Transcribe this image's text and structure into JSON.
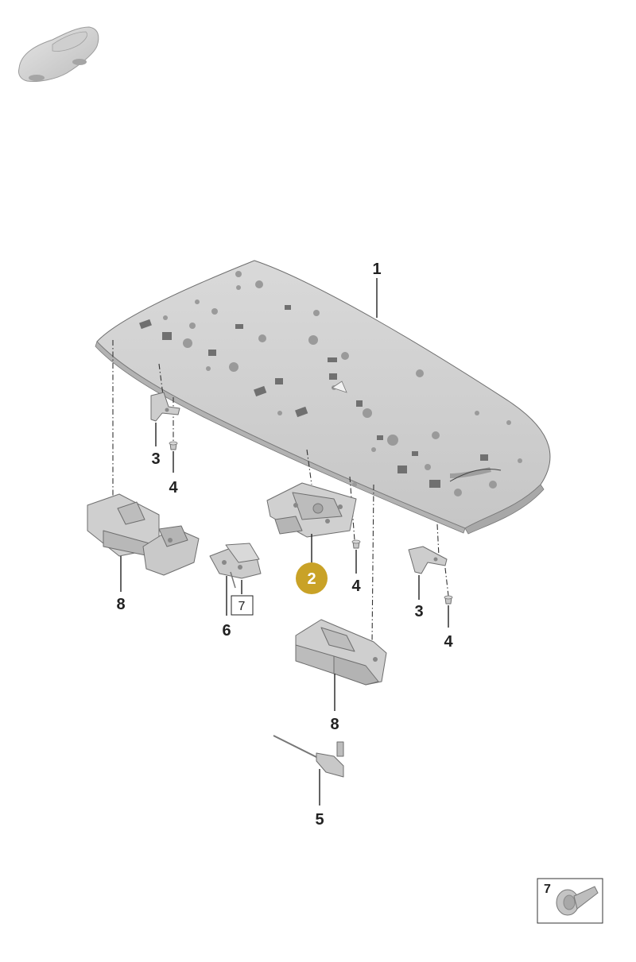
{
  "diagram": {
    "colors": {
      "background": "#ffffff",
      "part_fill": "#d2d2d2",
      "part_shadow": "#a8a8a8",
      "highlight": "#c9a227",
      "text": "#222222"
    },
    "callouts": {
      "roof_panel": "1",
      "lock": "2",
      "bracket_left": "3",
      "bracket_right": "3",
      "screw_left": "4",
      "screw_center": "4",
      "screw_right": "4",
      "cable": "5",
      "catch": "6",
      "catch_ref": "7",
      "foam_left": "8",
      "foam_right": "8"
    },
    "inset": {
      "label": "7",
      "icon": "bolt-icon"
    },
    "thumbnail_icon": "car-thumbnail-icon"
  }
}
